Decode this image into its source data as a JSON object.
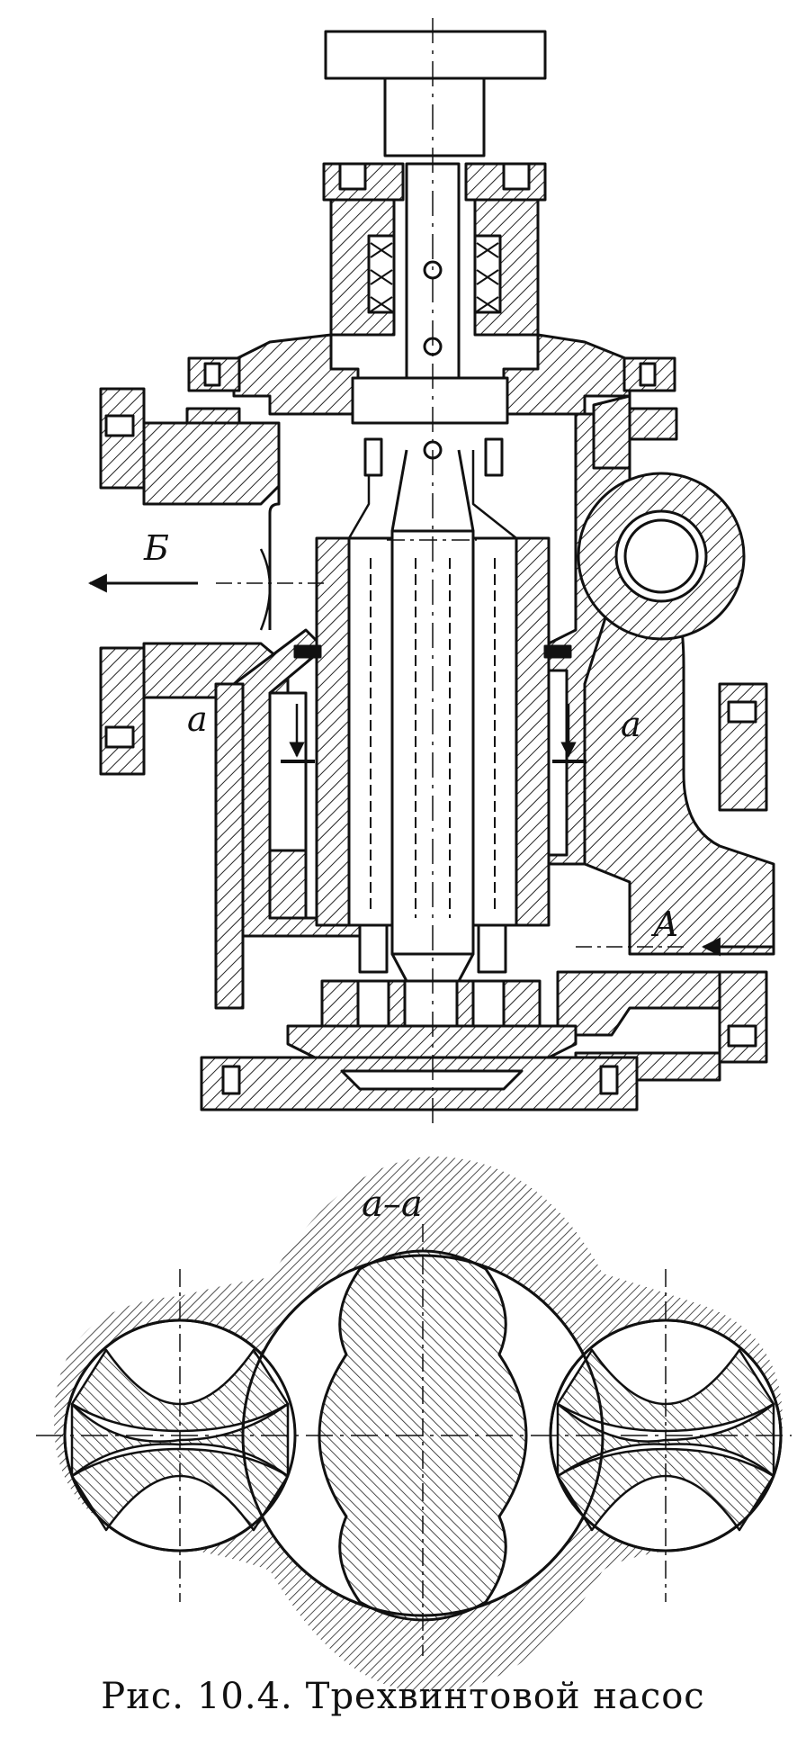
{
  "labels": {
    "flow_out": "Б",
    "flow_in": "А",
    "chamber_left": "а",
    "chamber_right": "а",
    "section": "а–а"
  },
  "caption": {
    "prefix": "Рис.",
    "number": "10.4.",
    "title": "Трехвинтовой насос"
  }
}
